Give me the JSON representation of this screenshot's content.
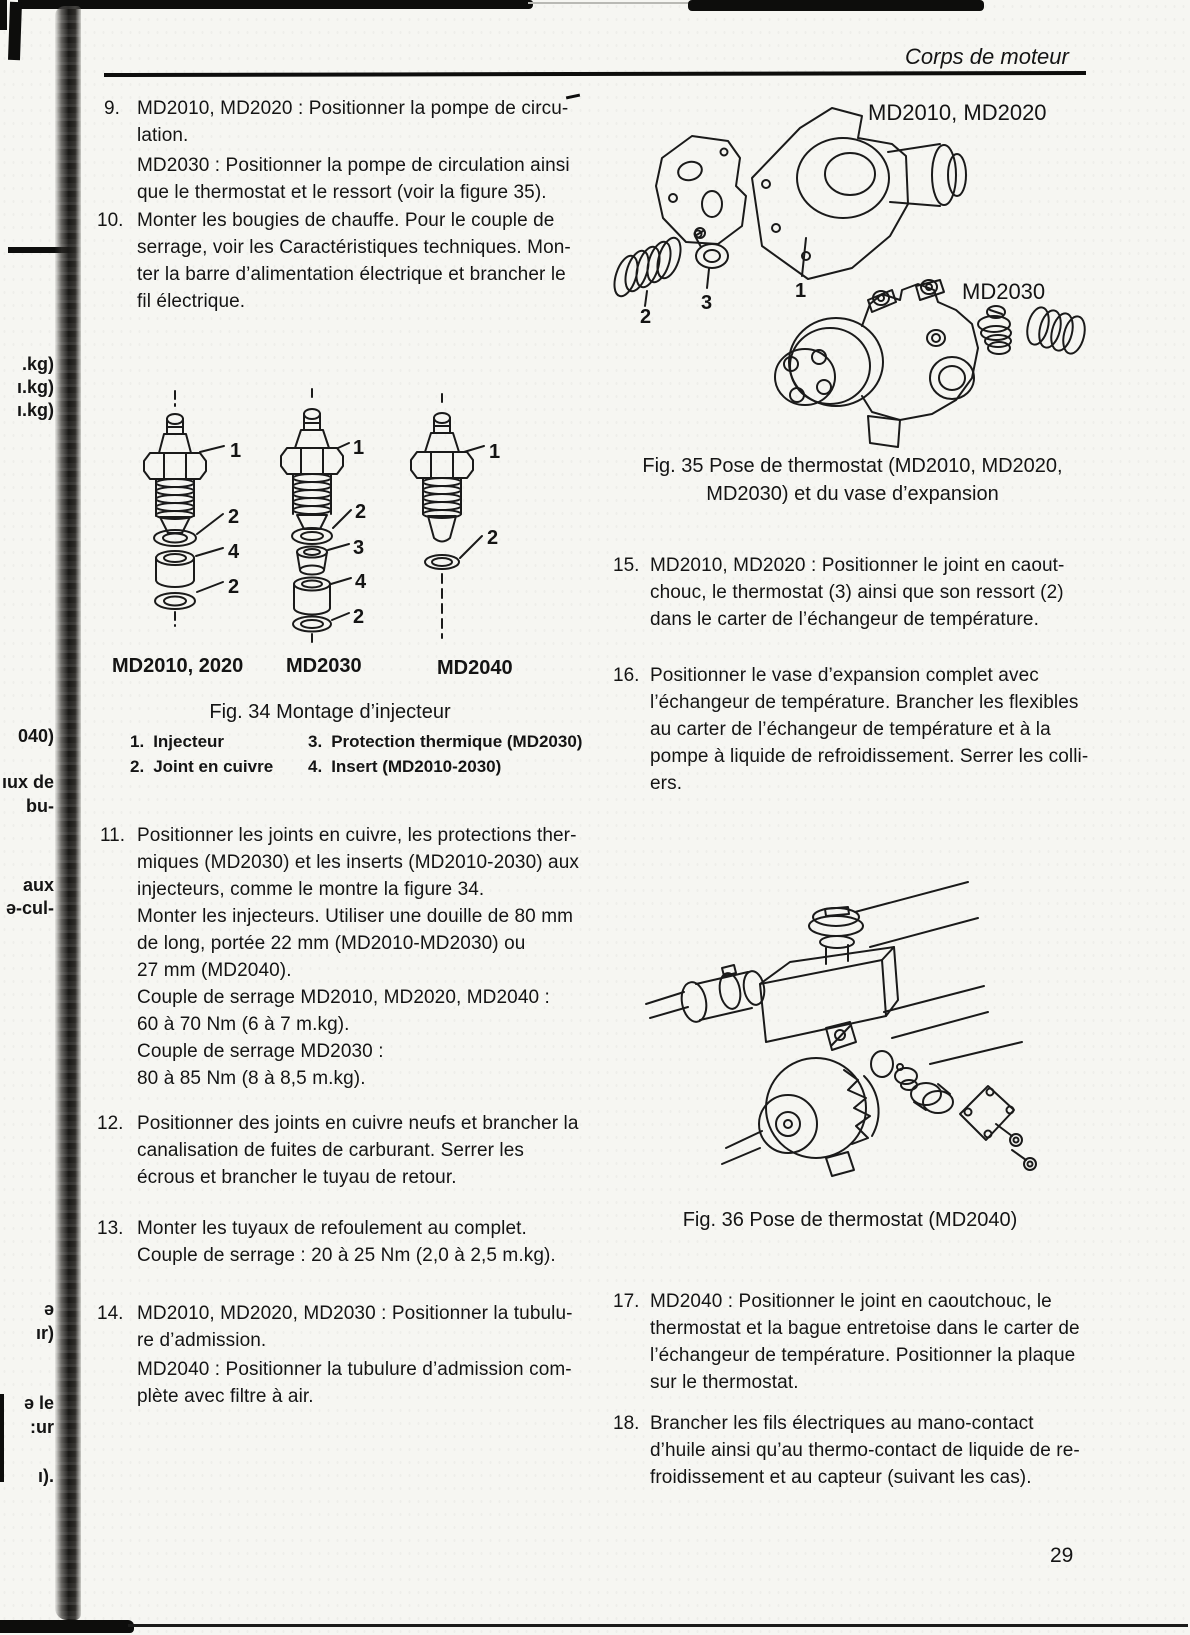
{
  "page": {
    "header_title": "Corps de moteur",
    "page_number": "29"
  },
  "margin_fragments": {
    "f1": ".kg)",
    "f2": "ı.kg)",
    "f3": "ı.kg)",
    "f4": "040)",
    "f5": "ıux de",
    "f6": "bu-",
    "f7": "aux",
    "f8": "ə-cul-",
    "f9": "ə",
    "f10": "ır)",
    "f11": "ə le",
    "f12": ":ur",
    "f13": "ı)."
  },
  "left_column": {
    "item9": {
      "num": "9.",
      "p1": [
        "MD2010, MD2020 : Positionner la pompe de circu-",
        "lation."
      ],
      "p2": [
        "MD2030 : Positionner la pompe de circulation ainsi",
        "que le thermostat et le ressort (voir la figure 35)."
      ]
    },
    "item10": {
      "num": "10.",
      "p1": [
        "Monter les bougies de chauffe. Pour le couple de",
        "serrage, voir les Caractéristiques techniques. Mon-",
        "ter la barre d’alimentation électrique et brancher le",
        "fil électrique."
      ]
    },
    "item11": {
      "num": "11.",
      "p1": [
        "Positionner les joints en cuivre, les protections ther-",
        "miques (MD2030) et les inserts (MD2010-2030) aux",
        "injecteurs, comme le montre la figure 34."
      ],
      "p2": [
        "Monter les injecteurs. Utiliser une douille de 80 mm",
        "de long, portée 22 mm (MD2010-MD2030) ou",
        "27 mm (MD2040)."
      ],
      "p3": [
        "Couple de serrage MD2010, MD2020, MD2040 :",
        "60 à 70 Nm (6 à 7 m.kg)."
      ],
      "p4": [
        "Couple de serrage MD2030 :",
        "80 à 85 Nm (8 à 8,5 m.kg)."
      ]
    },
    "item12": {
      "num": "12.",
      "p1": [
        "Positionner des joints en cuivre neufs et brancher la",
        "canalisation de fuites de carburant. Serrer les",
        "écrous et brancher le tuyau de retour."
      ]
    },
    "item13": {
      "num": "13.",
      "p1": [
        "Monter les tuyaux de refoulement au complet.",
        "Couple de serrage : 20 à 25 Nm (2,0 à 2,5 m.kg)."
      ]
    },
    "item14": {
      "num": "14.",
      "p1": [
        "MD2010, MD2020, MD2030 : Positionner la tubulu-",
        "re d’admission."
      ],
      "p2": [
        "MD2040 : Positionner la tubulure d’admission com-",
        "plète avec filtre à air."
      ]
    }
  },
  "right_column": {
    "item15": {
      "num": "15.",
      "p1": [
        "MD2010, MD2020 : Positionner le joint en caout-",
        "chouc, le thermostat (3) ainsi que son ressort (2)",
        "dans le carter de l’échangeur de température."
      ]
    },
    "item16": {
      "num": "16.",
      "p1": [
        "Positionner le vase d’expansion complet avec",
        "l’échangeur de température. Brancher les flexibles",
        "au carter de l’échangeur de température et à la",
        "pompe à liquide de refroidissement. Serrer les colli-",
        "ers."
      ]
    },
    "item17": {
      "num": "17.",
      "p1": [
        "MD2040 : Positionner le joint en caoutchouc, le",
        "thermostat et la bague entretoise dans le carter de",
        "l’échangeur de température. Positionner la plaque",
        "sur le thermostat."
      ]
    },
    "item18": {
      "num": "18.",
      "p1": [
        "Brancher les fils électriques au mano-contact",
        "d’huile ainsi qu’au thermo-contact de liquide de re-",
        "froidissement et au capteur (suivant les cas)."
      ]
    }
  },
  "fig34": {
    "caption": "Fig. 34 Montage d’injecteur",
    "variant_labels": [
      "MD2010, 2020",
      "MD2030",
      "MD2040"
    ],
    "legend": [
      {
        "num": "1.",
        "label": "Injecteur"
      },
      {
        "num": "2.",
        "label": "Joint en cuivre"
      },
      {
        "num": "3.",
        "label": "Protection thermique (MD2030)"
      },
      {
        "num": "4.",
        "label": "Insert (MD2010-2030)"
      }
    ],
    "callouts": {
      "l1": "1",
      "l2": "2",
      "l3": "4",
      "l4": "2",
      "m1": "1",
      "m2": "2",
      "m3": "3",
      "m4": "4",
      "m5": "2",
      "r1": "1",
      "r2": "2"
    }
  },
  "fig35": {
    "label_top": "MD2010, MD2020",
    "label_bottom": "MD2030",
    "callout_1": "1",
    "callout_2": "2",
    "callout_3": "3",
    "caption_line1": "Fig. 35 Pose de thermostat (MD2010, MD2020,",
    "caption_line2": "MD2030) et du vase d’expansion"
  },
  "fig36": {
    "caption": "Fig. 36 Pose de thermostat (MD2040)"
  }
}
